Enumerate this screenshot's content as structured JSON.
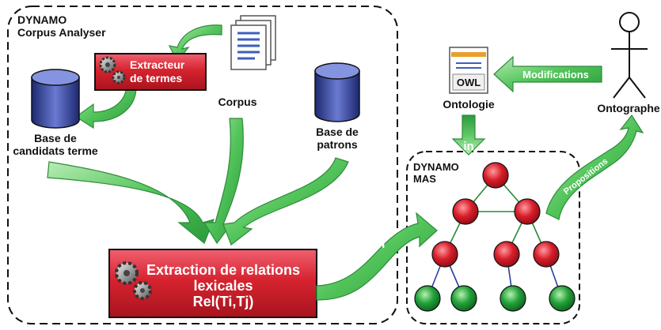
{
  "analyser": {
    "title1": "DYNAMO",
    "title2": "Corpus Analyser"
  },
  "mas": {
    "title1": "DYNAMO",
    "title2": "MAS"
  },
  "extractor": {
    "line1": "Extracteur",
    "line2": "de termes"
  },
  "corpus": {
    "label": "Corpus"
  },
  "base_candidats": {
    "line1": "Base de",
    "line2": "candidats terme"
  },
  "base_patrons": {
    "line1": "Base de",
    "line2": "patrons"
  },
  "relations": {
    "line1": "Extraction de relations",
    "line2": "lexicales",
    "line3": "Rel(Ti,Tj)"
  },
  "owl": {
    "label": "OWL"
  },
  "ontologie": {
    "label": "Ontologie"
  },
  "ontographe": {
    "label": "Ontographe"
  },
  "arrows": {
    "modifications": "Modifications",
    "propositions": "Propositions",
    "in_top": "in",
    "in_left": "in"
  },
  "colors": {
    "green_arrow": "#3aa84a",
    "red_box": "#d6232f",
    "node_red": "#d81e2a",
    "node_green": "#22a23a",
    "database": "#2f3f99"
  }
}
